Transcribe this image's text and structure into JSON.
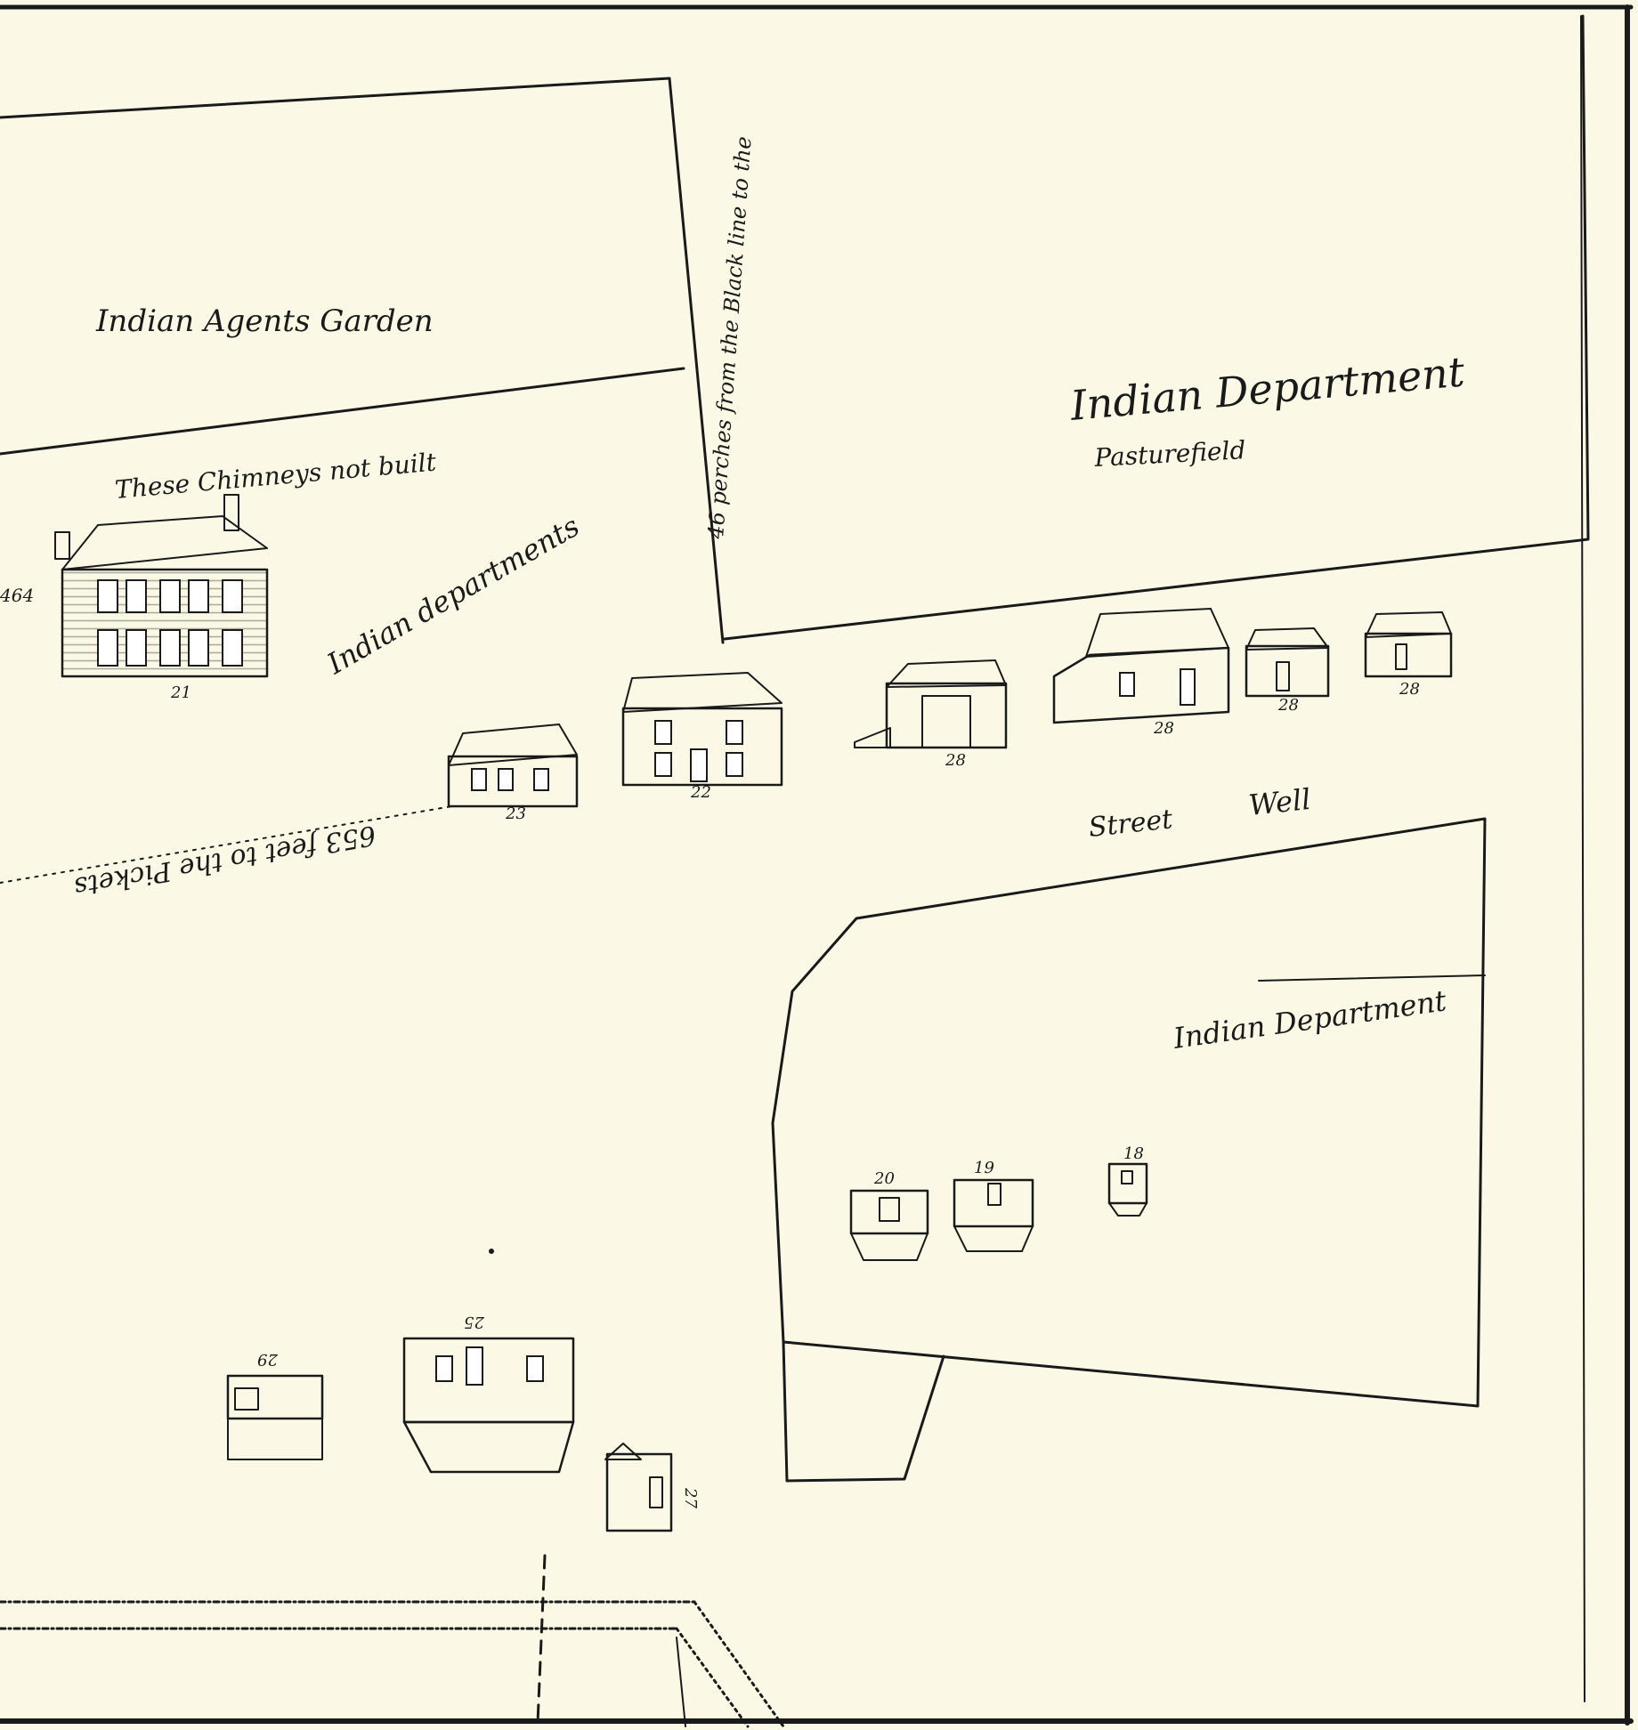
{
  "colors": {
    "paper": "#fbf9e6",
    "ink": "#1a1a1a"
  },
  "labels": {
    "indian_agents_garden": "Indian Agents Garden",
    "chimneys_note": "These Chimneys not built",
    "indian_department_top": "Indian Department",
    "pasture_field": "Pasturefield",
    "indian_departments": "Indian departments",
    "perches_note": "46 perches from the Black line to the",
    "feet_note": "653 feet to the Pickets",
    "street": "Street",
    "well": "Well",
    "indian_department_lower": "Indian Department",
    "left_edge_fragment": "464"
  },
  "building_numbers": {
    "b21": "21",
    "b22": "22",
    "b23": "23",
    "b28a": "28",
    "b28b": "28",
    "b28c": "28",
    "b28d": "28",
    "b29": "29",
    "b25": "25",
    "b27": "27",
    "b20": "20",
    "b19": "19",
    "b18": "18"
  }
}
